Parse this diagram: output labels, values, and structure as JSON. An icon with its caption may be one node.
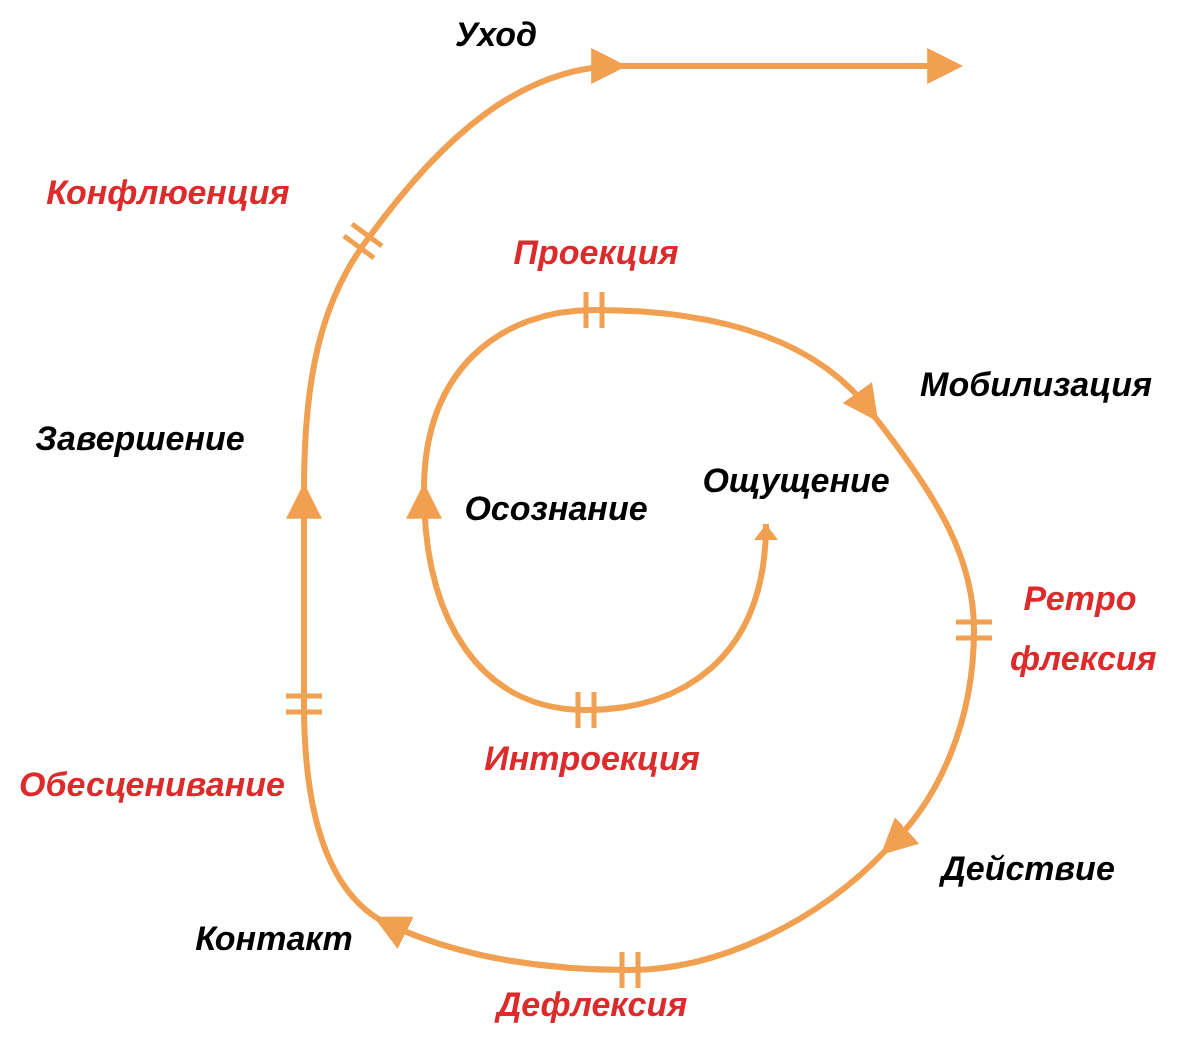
{
  "diagram": {
    "labels": [
      "Уход",
      "Конфлюенция",
      "Проекция",
      "Мобилизация",
      "Завершение",
      "Ощущение",
      "Осознание",
      "Ретро флексия",
      "Обесценивание",
      "Интроекция",
      "Действие",
      "Контакт",
      "Дефлексия"
    ]
  }
}
